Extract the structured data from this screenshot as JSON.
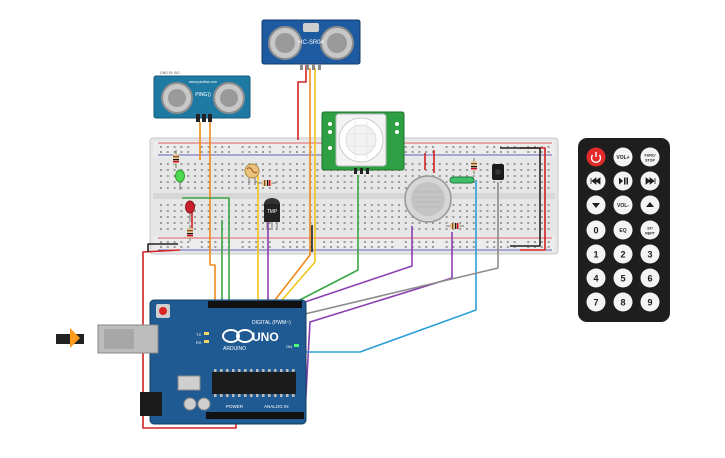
{
  "sensors": {
    "hcsr04_label": "HC-SR04",
    "ping_label": "PING))",
    "ping_small_text": "www.parallax.com",
    "ping_tag": "GND 5V SIG",
    "tmp_label": "TMP"
  },
  "arduino": {
    "brand": "ARDUINO",
    "model": "UNO",
    "digital_label": "DIGITAL (PWM~)",
    "power_label": "POWER",
    "analog_label": "ANALOG IN",
    "tx_label": "TX",
    "rx_label": "RX",
    "on_label": "ON"
  },
  "remote": {
    "buttons": [
      {
        "label": "",
        "icon": "power-icon"
      },
      {
        "label": "VOL+",
        "icon": ""
      },
      {
        "label": "FUNC/ STOP",
        "icon": ""
      },
      {
        "label": "",
        "icon": "rewind-icon"
      },
      {
        "label": "",
        "icon": "play-pause-icon"
      },
      {
        "label": "",
        "icon": "fast-forward-icon"
      },
      {
        "label": "",
        "icon": "down-arrow-icon"
      },
      {
        "label": "VOL-",
        "icon": ""
      },
      {
        "label": "",
        "icon": "up-arrow-icon"
      },
      {
        "label": "0",
        "icon": ""
      },
      {
        "label": "EQ",
        "icon": ""
      },
      {
        "label": "ST/ REPT",
        "icon": ""
      },
      {
        "label": "1",
        "icon": ""
      },
      {
        "label": "2",
        "icon": ""
      },
      {
        "label": "3",
        "icon": ""
      },
      {
        "label": "4",
        "icon": ""
      },
      {
        "label": "5",
        "icon": ""
      },
      {
        "label": "6",
        "icon": ""
      },
      {
        "label": "7",
        "icon": ""
      },
      {
        "label": "8",
        "icon": ""
      },
      {
        "label": "9",
        "icon": ""
      }
    ]
  },
  "colors": {
    "arduino_board": "#1f5b92",
    "breadboard": "#e4e4e4",
    "sensor_board": "#1d5aa0",
    "pir_board": "#2ea043",
    "remote_body": "#1e1e1e",
    "wire_red": "#d32222",
    "wire_orange": "#f08a1a",
    "wire_yellow": "#f2c518",
    "wire_green": "#3aa646",
    "wire_purple": "#8a3fb0",
    "wire_blue": "#2d9fd8",
    "wire_gray": "#8d8d8d",
    "wire_black": "#222222"
  }
}
